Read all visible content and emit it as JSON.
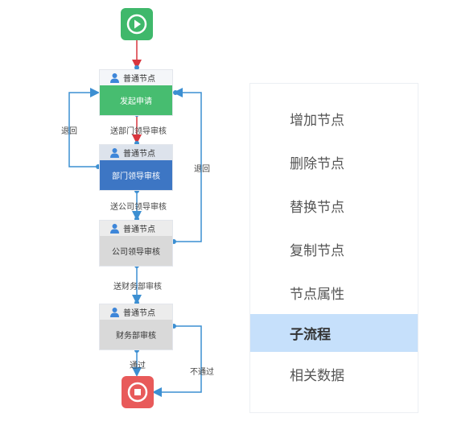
{
  "flow": {
    "start_node": {
      "icon": "play-icon",
      "color": "#3fb86b"
    },
    "end_node": {
      "icon": "stop-icon",
      "color": "#e85a5a"
    },
    "nodes": [
      {
        "type_label": "普通节点",
        "title": "发起申请",
        "color": "#47bd70",
        "text_color": "#ffffff"
      },
      {
        "type_label": "普通节点",
        "title": "部门领导审核",
        "color": "#3d76c4",
        "text_color": "#ffffff"
      },
      {
        "type_label": "普通节点",
        "title": "公司领导审核",
        "color": "#d9d9d9",
        "text_color": "#333333"
      },
      {
        "type_label": "普通节点",
        "title": "财务部审核",
        "color": "#d9d9d9",
        "text_color": "#333333"
      }
    ],
    "edges": {
      "send_dept": "送部门领导审核",
      "send_company": "送公司领导审核",
      "send_finance": "送财务部审核",
      "pass": "通过",
      "not_pass": "不通过",
      "return_1": "退回",
      "return_2": "退回"
    },
    "colors": {
      "line": "#3c8fd2",
      "active_line": "#d9363e",
      "user_icon": "#3d86d9"
    }
  },
  "menu": {
    "items": [
      {
        "label": "增加节点",
        "active": false
      },
      {
        "label": "删除节点",
        "active": false
      },
      {
        "label": "替换节点",
        "active": false
      },
      {
        "label": "复制节点",
        "active": false
      },
      {
        "label": "节点属性",
        "active": false
      },
      {
        "label": "子流程",
        "active": true
      },
      {
        "label": "相关数据",
        "active": false
      }
    ],
    "active_color": "#c6e0fb"
  }
}
